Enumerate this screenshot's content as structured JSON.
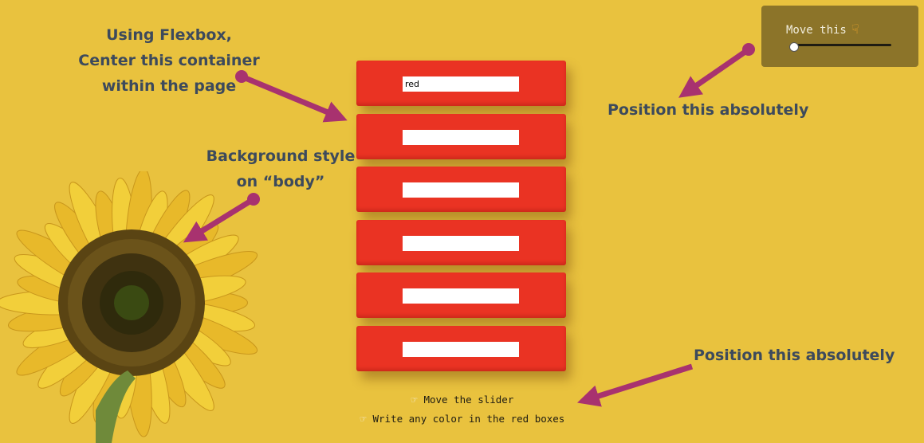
{
  "annotations": {
    "flexbox": [
      "Using Flexbox,",
      "Center this container",
      "within the page"
    ],
    "background": [
      "Background style",
      "on “body”"
    ],
    "position_top": "Position this absolutely",
    "position_bottom": "Position this absolutely"
  },
  "boxes": [
    {
      "value": "red"
    },
    {
      "value": ""
    },
    {
      "value": ""
    },
    {
      "value": ""
    },
    {
      "value": ""
    },
    {
      "value": ""
    }
  ],
  "slider": {
    "label": "Move this",
    "value_fraction": 0.0
  },
  "instructions": {
    "line1": "Move the slider",
    "line2": "Write any color in the red boxes"
  },
  "icons": {
    "label_hand": "hand-pointing-down-icon",
    "instruction_hand": "hand-pointing-right-icon",
    "flower": "sunflower-image"
  },
  "colors": {
    "background": "#e9c23e",
    "box": "#ea3323",
    "panel": "#8c7429",
    "arrow": "#a8326f",
    "annotation_text": "#3d4a5c"
  }
}
